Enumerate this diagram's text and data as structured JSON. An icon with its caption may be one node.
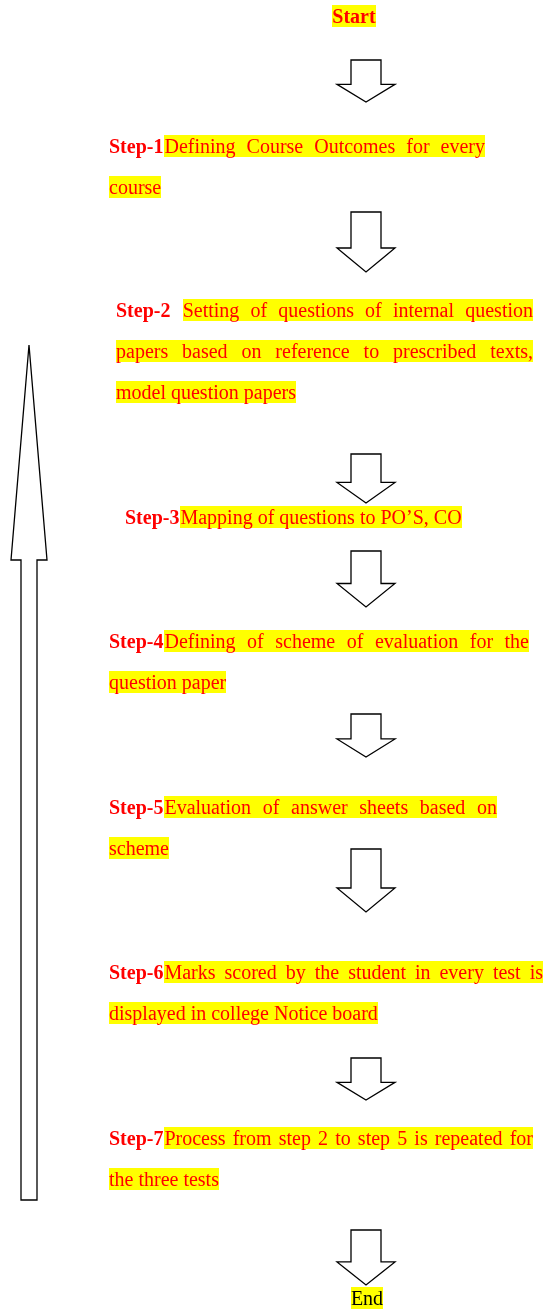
{
  "diagram": {
    "nodes": [
      {
        "text": [
          "Start"
        ]
      },
      {
        "text": [
          "Step-1",
          "Defining Course Outcomes for every course"
        ]
      },
      {
        "text": [
          "Step-2",
          "Setting of questions of internal question papers based on reference to prescribed texts, model question papers"
        ]
      },
      {
        "text": [
          "Step-3",
          "Mapping of questions to PO’S, CO"
        ]
      },
      {
        "text": [
          "Step-4",
          "Defining of scheme of evaluation for the question paper"
        ]
      },
      {
        "text": [
          "Step-5",
          "Evaluation of answer sheets based on scheme"
        ]
      },
      {
        "text": [
          "Step-6",
          "Marks scored by the student in every test is displayed in college Notice board"
        ]
      },
      {
        "text": [
          "Step-7",
          "Process from step 2 to step 5 is repeated for the three tests"
        ]
      },
      {
        "text": [
          "End"
        ]
      }
    ],
    "edges": [
      {
        "from": 0,
        "to": 1,
        "arrow": "to"
      },
      {
        "from": 1,
        "to": 2,
        "arrow": "to"
      },
      {
        "from": 2,
        "to": 3,
        "arrow": "to"
      },
      {
        "from": 3,
        "to": 4,
        "arrow": "to"
      },
      {
        "from": 4,
        "to": 5,
        "arrow": "to"
      },
      {
        "from": 5,
        "to": 6,
        "arrow": "to"
      },
      {
        "from": 6,
        "to": 7,
        "arrow": "to"
      },
      {
        "from": 7,
        "to": 8,
        "arrow": "to"
      }
    ]
  }
}
